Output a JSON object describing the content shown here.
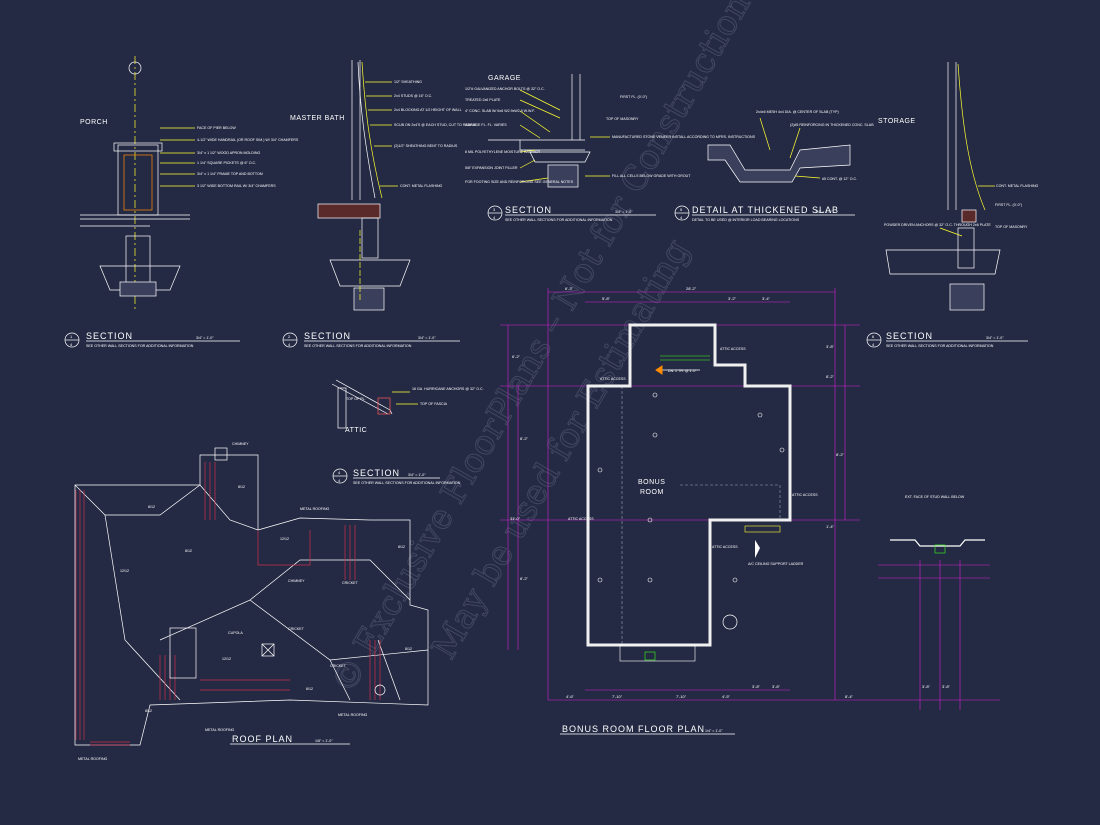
{
  "watermark": {
    "line1": "© Exclusive FloorPlans – Not for Construction",
    "line2": "May be used for Estimating"
  },
  "colors": {
    "background": "#252a44",
    "dimension": "#d021d0",
    "note": "#ffff2e",
    "linework": "#ffffff",
    "roof_hatch": "#c8324a",
    "wall": "#f0f0f0",
    "accent_green": "#39ff14"
  },
  "sections": {
    "porch": {
      "heading": "PORCH",
      "title": "SECTION",
      "number": "1",
      "sheet": "4",
      "scale": "3/4\" = 1'-0\"",
      "subnote": "SEE OTHER WALL SECTIONS FOR ADDITIONAL INFORMATION",
      "callouts": [
        "FACE OF PIER BELOW",
        "4-1/2\" WIDE HANDRAIL (OR ROOF SIM.) W/ 3/4\" CHAMFERS",
        "3/4\" x 1 1/2\" WOOD APRON MOLDING",
        "1 1/4\" SQUARE PICKETS @ 6\" O.C.",
        "3/4\" x 1 1/4\" FRAME TOP AND BOTTOM",
        "3 1/2\" WIDE BOTTOM RAIL W/ 3/4\" CHAMFERS"
      ]
    },
    "master_bath": {
      "heading": "MASTER BATH",
      "title": "SECTION",
      "number": "2",
      "sheet": "4",
      "scale": "3/4\" = 1'-0\"",
      "subnote": "SEE OTHER WALL SECTIONS FOR ADDITIONAL INFORMATION",
      "callouts": [
        "1/2\" SHEATHING",
        "2x4 STUDS @ 16\" O.C.",
        "2x4 BLOCKING AT 1/2 HEIGHT OF WALL",
        "SCUB ON 2x4'S @ EACH STUD, CUT TO RADIUS",
        "(2)1/2\" SHEATHING BENT TO RADIUS",
        "CONT. METAL FLASHING"
      ]
    },
    "garage": {
      "heading": "GARAGE",
      "title": "SECTION",
      "number": "3",
      "sheet": "4",
      "scale": "3/4\" = 1'-0\"",
      "subnote": "SEE OTHER WALL SECTIONS FOR ADDITIONAL INFORMATION",
      "callouts": [
        "1/2\"# GALVANIZED ANCHOR BOLTS @ 32\" O.C.",
        "TREATED 2x6 PLATE",
        "4\" CONC. SLAB W/ 6x6 W2.9xW2.9 W.W.F.",
        "GARAGE FL. FL. VARIES",
        "MANUFACTURED STONE VENEER INSTALL ACCORDING TO MFRS. INSTRUCTIONS",
        "6 MIL POLYETHYLENE MOISTURE BARRIER",
        "5/8\" EXPANSION JOINT FILLER",
        "FOR FOOTING SIZE AND REINFORCING SEE GENERAL NOTES",
        "FILL ALL CELLS BELOW GRADE WITH GROUT"
      ],
      "levels": [
        "FIRST FL. (0'-0\")",
        "TOP OF MASONRY"
      ]
    },
    "thickened_slab": {
      "title": "DETAIL AT THICKENED SLAB",
      "number": "5",
      "sheet": "4",
      "scale": "3/4\" = 1'-0\"",
      "subnote": "DETAIL TO BE USED @ INTERIOR LOAD BEARING LOCATIONS",
      "callouts": [
        "2x4x6 MESH 4x4 DIA. @ CENTER OF SLAB (TYP)",
        "(2)#5 REINFORCING IN THICKENED CONC. SLAB",
        "#5 CONT. @ 12\" O.C."
      ]
    },
    "storage": {
      "heading": "STORAGE",
      "title": "SECTION",
      "number": "6",
      "sheet": "4",
      "scale": "3/4\" = 1'-0\"",
      "subnote": "SEE OTHER WALL SECTIONS FOR ADDITIONAL INFORMATION",
      "callouts": [
        "CONT. METAL FLASHING",
        "POWDER DRIVEN ANCHORS @ 32\" O.C. THROUGH 2x6 PLATE"
      ],
      "levels": [
        "FIRST FL. (0'-0\")",
        "TOP OF MASONRY"
      ]
    },
    "attic": {
      "heading": "ATTIC",
      "title": "SECTION",
      "number": "4",
      "sheet": "4",
      "scale": "3/4\" = 1'-0\"",
      "subnote": "SEE OTHER WALL SECTIONS FOR ADDITIONAL INFORMATION",
      "callouts": [
        "16 GA. HURRICANE ANCHORS @ 32\" O.C.",
        "TOP OF FASCIA",
        "TOP OF PL."
      ]
    }
  },
  "roof_plan": {
    "title": "ROOF PLAN",
    "scale": "1/8\" = 1'-0\"",
    "labels": [
      "CHIMNEY",
      "METAL ROOFING",
      "CUPOLA",
      "CRICKET",
      "CRICKET",
      "CRICKET",
      "CHIMNEY",
      "METAL ROOFING",
      "METAL ROOFING",
      "METAL ROOFING"
    ],
    "pitches": [
      "8/12",
      "12/12",
      "8/12",
      "8/12",
      "12/12",
      "8/12",
      "12/12",
      "8/12",
      "8/12",
      "8/12"
    ]
  },
  "bonus_floor_plan": {
    "title": "BONUS ROOM FLOOR PLAN",
    "scale": "1/4\" = 1'-0\"",
    "room_name": "BONUS",
    "room_name2": "ROOM",
    "labels": [
      "ATTIC ACCESS",
      "ATTIC ACCESS",
      "ATTIC ACCESS",
      "ATTIC ACCESS",
      "ATTIC ACCESS",
      "DN. 2 TR. @ 1'-0\"",
      "A/C CEILING SUPPORT LADDER"
    ],
    "dims_top": [
      "6'-3\"",
      "5'-8\"",
      "3'-2\"",
      "3'-4\""
    ],
    "dim_overall_top": "28'-2\"",
    "dims_bottom": [
      "4'-6\"",
      "7'-10\"",
      "7'-10\"",
      "4'-5\"",
      "3'-8\"",
      "3'-8\"",
      "8'-4\""
    ],
    "dims_left": [
      "6'-2\"",
      "8'-2\"",
      "8'-2\"",
      "31'-0\""
    ],
    "dims_right": [
      "3'-8\"",
      "8'-2\"",
      "8'-2\"",
      "1'-4\""
    ],
    "detail_note": "EXT. FACE OF STUD WALL BELOW",
    "detail_dims": [
      "3'-8\"",
      "3'-8\""
    ]
  }
}
